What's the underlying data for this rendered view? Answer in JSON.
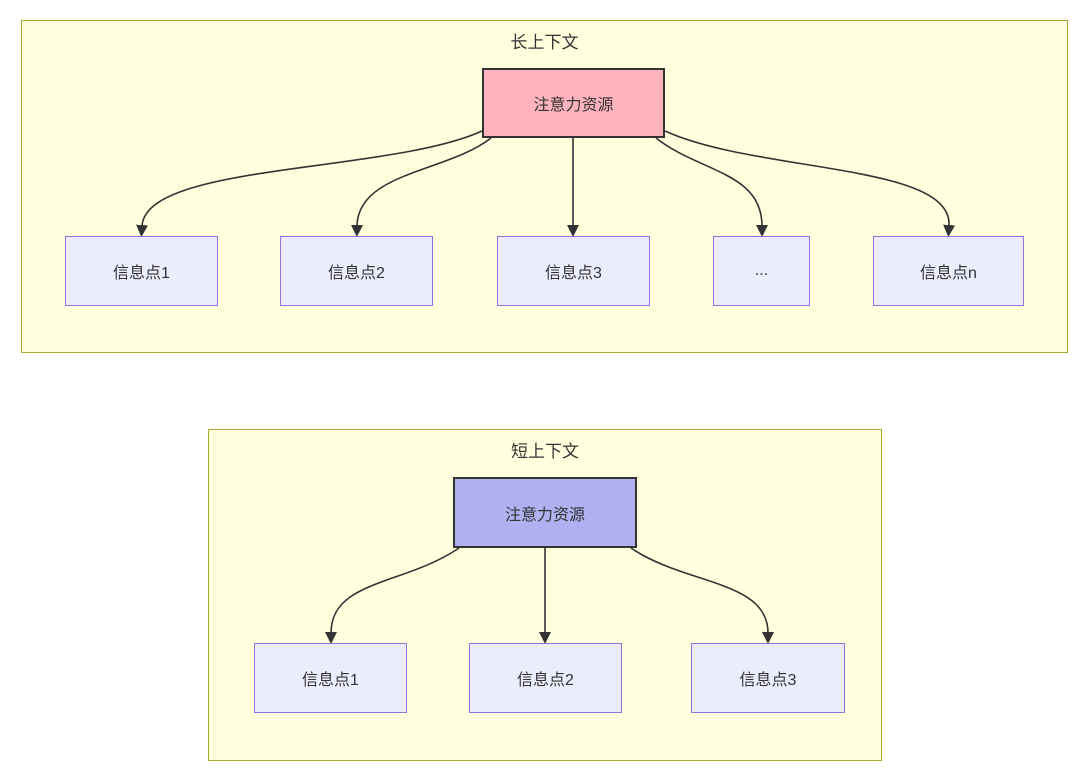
{
  "long_context": {
    "title": "长上下文",
    "root_label": "注意力资源",
    "nodes": [
      "信息点1",
      "信息点2",
      "信息点3",
      "...",
      "信息点n"
    ]
  },
  "short_context": {
    "title": "短上下文",
    "root_label": "注意力资源",
    "nodes": [
      "信息点1",
      "信息点2",
      "信息点3"
    ]
  },
  "colors": {
    "container_fill": "#ffffde",
    "container_border": "#aaaa33",
    "info_node_fill": "#ececff",
    "info_node_border": "#9370db",
    "root_long_fill": "#ffb3bc",
    "root_short_fill": "#afb1f0",
    "arrow": "#333333",
    "text": "#333333"
  }
}
